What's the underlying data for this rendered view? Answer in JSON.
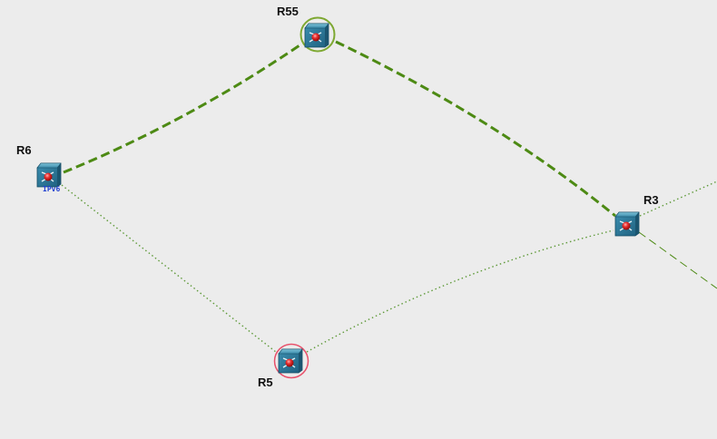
{
  "nodes": [
    {
      "id": "R55",
      "label": "R55",
      "ring": "#7ea832"
    },
    {
      "id": "R6",
      "label": "R6",
      "sublabel": "IPv6"
    },
    {
      "id": "R3",
      "label": "R3"
    },
    {
      "id": "R5",
      "label": "R5",
      "ring": "#e8506a"
    }
  ],
  "links": [
    {
      "from": "R6",
      "to": "R55",
      "style": "dashed-thick",
      "color": "#4d8a14"
    },
    {
      "from": "R55",
      "to": "R3",
      "style": "dashed-thick",
      "color": "#4d8a14"
    },
    {
      "from": "R6",
      "to": "R5",
      "style": "dotted",
      "color": "#5f9a3a"
    },
    {
      "from": "R5",
      "to": "R3",
      "style": "dotted",
      "color": "#5f9a3a"
    },
    {
      "from": "R3",
      "to": "offscreen-upper-right",
      "style": "dotted",
      "color": "#5f9a3a"
    },
    {
      "from": "R3",
      "to": "offscreen-lower-right",
      "style": "dashed-thin",
      "color": "#4d8a14"
    }
  ]
}
